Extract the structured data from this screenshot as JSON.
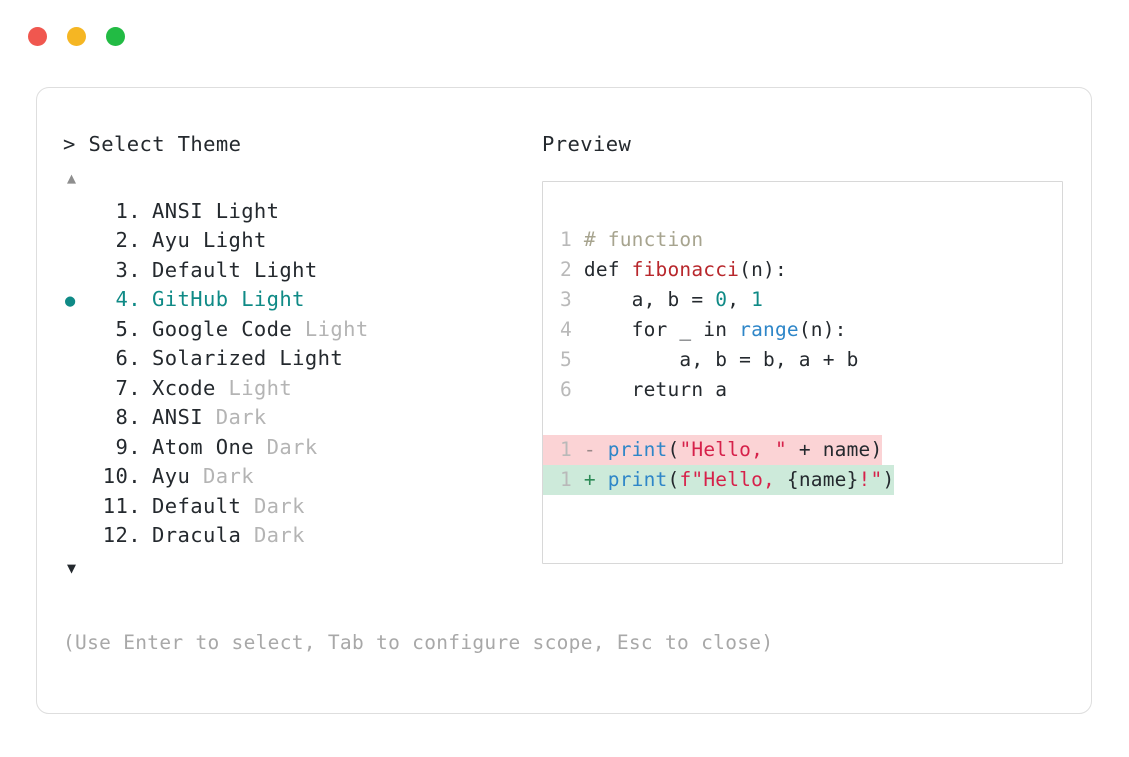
{
  "window": {
    "traffic_lights": [
      {
        "name": "close-button",
        "color": "#f0574f"
      },
      {
        "name": "minimize-button",
        "color": "#f5b623"
      },
      {
        "name": "maximize-button",
        "color": "#22bb44"
      }
    ]
  },
  "selector": {
    "prompt": "> Select Theme",
    "scroll_up_indicator": "▲",
    "scroll_down_indicator": "▼",
    "selected_index": 4,
    "bullet_glyph": "●",
    "accent_color": "#0f8a86",
    "items": [
      {
        "num": " 1.",
        "name": "ANSI",
        "variant": "Light",
        "variant_dim": false,
        "selected": false
      },
      {
        "num": " 2.",
        "name": "Ayu",
        "variant": "Light",
        "variant_dim": false,
        "selected": false
      },
      {
        "num": " 3.",
        "name": "Default",
        "variant": "Light",
        "variant_dim": false,
        "selected": false
      },
      {
        "num": " 4.",
        "name": "GitHub",
        "variant": "Light",
        "variant_dim": false,
        "selected": true
      },
      {
        "num": " 5.",
        "name": "Google Code",
        "variant": "Light",
        "variant_dim": true,
        "selected": false
      },
      {
        "num": " 6.",
        "name": "Solarized",
        "variant": "Light",
        "variant_dim": false,
        "selected": false
      },
      {
        "num": " 7.",
        "name": "Xcode",
        "variant": "Light",
        "variant_dim": true,
        "selected": false
      },
      {
        "num": " 8.",
        "name": "ANSI",
        "variant": "Dark",
        "variant_dim": true,
        "selected": false
      },
      {
        "num": " 9.",
        "name": "Atom One",
        "variant": "Dark",
        "variant_dim": true,
        "selected": false
      },
      {
        "num": "10.",
        "name": "Ayu",
        "variant": "Dark",
        "variant_dim": true,
        "selected": false
      },
      {
        "num": "11.",
        "name": "Default",
        "variant": "Dark",
        "variant_dim": true,
        "selected": false
      },
      {
        "num": "12.",
        "name": "Dracula",
        "variant": "Dark",
        "variant_dim": true,
        "selected": false
      }
    ]
  },
  "preview": {
    "title": "Preview",
    "code_lines": [
      {
        "ln": "1",
        "tokens": [
          {
            "t": "# function",
            "c": "comment"
          }
        ]
      },
      {
        "ln": "2",
        "tokens": [
          {
            "t": "def ",
            "c": "plain"
          },
          {
            "t": "fibonacci",
            "c": "func"
          },
          {
            "t": "(n):",
            "c": "plain"
          }
        ]
      },
      {
        "ln": "3",
        "tokens": [
          {
            "t": "    a, b = ",
            "c": "plain"
          },
          {
            "t": "0",
            "c": "num"
          },
          {
            "t": ", ",
            "c": "plain"
          },
          {
            "t": "1",
            "c": "num"
          }
        ]
      },
      {
        "ln": "4",
        "tokens": [
          {
            "t": "    for _ in ",
            "c": "plain"
          },
          {
            "t": "range",
            "c": "builtin"
          },
          {
            "t": "(n):",
            "c": "plain"
          }
        ]
      },
      {
        "ln": "5",
        "tokens": [
          {
            "t": "        a, b = b, a + b",
            "c": "plain"
          }
        ]
      },
      {
        "ln": "6",
        "tokens": [
          {
            "t": "    return a",
            "c": "plain"
          }
        ]
      }
    ],
    "diff_lines": [
      {
        "ln": "1",
        "kind": "del",
        "marker": "-",
        "tokens": [
          {
            "t": "print",
            "c": "builtin"
          },
          {
            "t": "(",
            "c": "plain"
          },
          {
            "t": "\"Hello, \"",
            "c": "string"
          },
          {
            "t": " + name)",
            "c": "plain"
          }
        ]
      },
      {
        "ln": "1",
        "kind": "add",
        "marker": "+",
        "tokens": [
          {
            "t": "print",
            "c": "builtin"
          },
          {
            "t": "(",
            "c": "plain"
          },
          {
            "t": "f\"Hello, ",
            "c": "string"
          },
          {
            "t": "{name}",
            "c": "plain"
          },
          {
            "t": "!\"",
            "c": "string"
          },
          {
            "t": ")",
            "c": "plain"
          }
        ]
      }
    ],
    "colors": {
      "comment": "#a7a48f",
      "function": "#b8272c",
      "number": "#0f8a86",
      "builtin": "#2e86c8",
      "string": "#d6214a",
      "plain": "#24292e",
      "line_number": "#b9b9b9",
      "diff_del_bg": "#fbd3d5",
      "diff_add_bg": "#cdeada"
    }
  },
  "footer": {
    "hint": "(Use Enter to select, Tab to configure scope, Esc to close)"
  }
}
